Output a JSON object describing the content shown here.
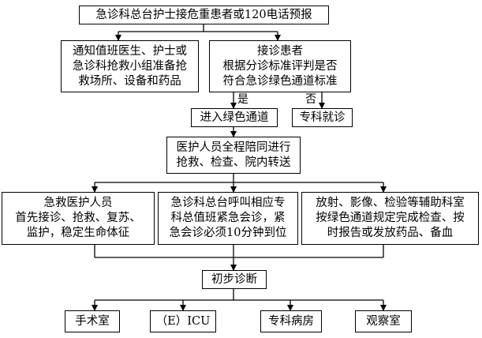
{
  "nodes": {
    "reception": {
      "lines": [
        "急诊科总台护士接危重患者或120电话预报"
      ]
    },
    "notify": {
      "lines": [
        "通知值班医生、护士或",
        "急诊科抢救小组准备抢",
        "救场所、设备和药品"
      ]
    },
    "receive": {
      "lines": [
        "接诊患者",
        "根据分诊标准评判是否",
        "符合急诊绿色通道标准"
      ]
    },
    "green_channel": {
      "lines": [
        "进入绿色通道"
      ]
    },
    "specialist_visit": {
      "lines": [
        "专科就诊"
      ]
    },
    "escort": {
      "lines": [
        "医护人员全程陪同进行",
        "抢救、检查、院内转送"
      ]
    },
    "rescue_staff": {
      "lines": [
        "急救医护人员",
        "首先接诊、抢救、复苏、",
        "监护，稳定生命体征"
      ]
    },
    "consult": {
      "lines": [
        "急诊科总台呼叫相应专",
        "科总值班紧急会诊，紧",
        "急会诊必须10分钟到位"
      ]
    },
    "aux_depts": {
      "lines": [
        "放射、影像、检验等辅助科室",
        "按绿色通道规定完成检查、按",
        "时报告或发放药品、备血"
      ]
    },
    "initial_diag": {
      "lines": [
        "初步诊断"
      ]
    },
    "surgery": {
      "lines": [
        "手术室"
      ]
    },
    "icu": {
      "lines": [
        "（E）ICU"
      ]
    },
    "ward": {
      "lines": [
        "专科病房"
      ]
    },
    "observation": {
      "lines": [
        "观察室"
      ]
    }
  },
  "branch_labels": {
    "yes": "是",
    "no": "否"
  }
}
